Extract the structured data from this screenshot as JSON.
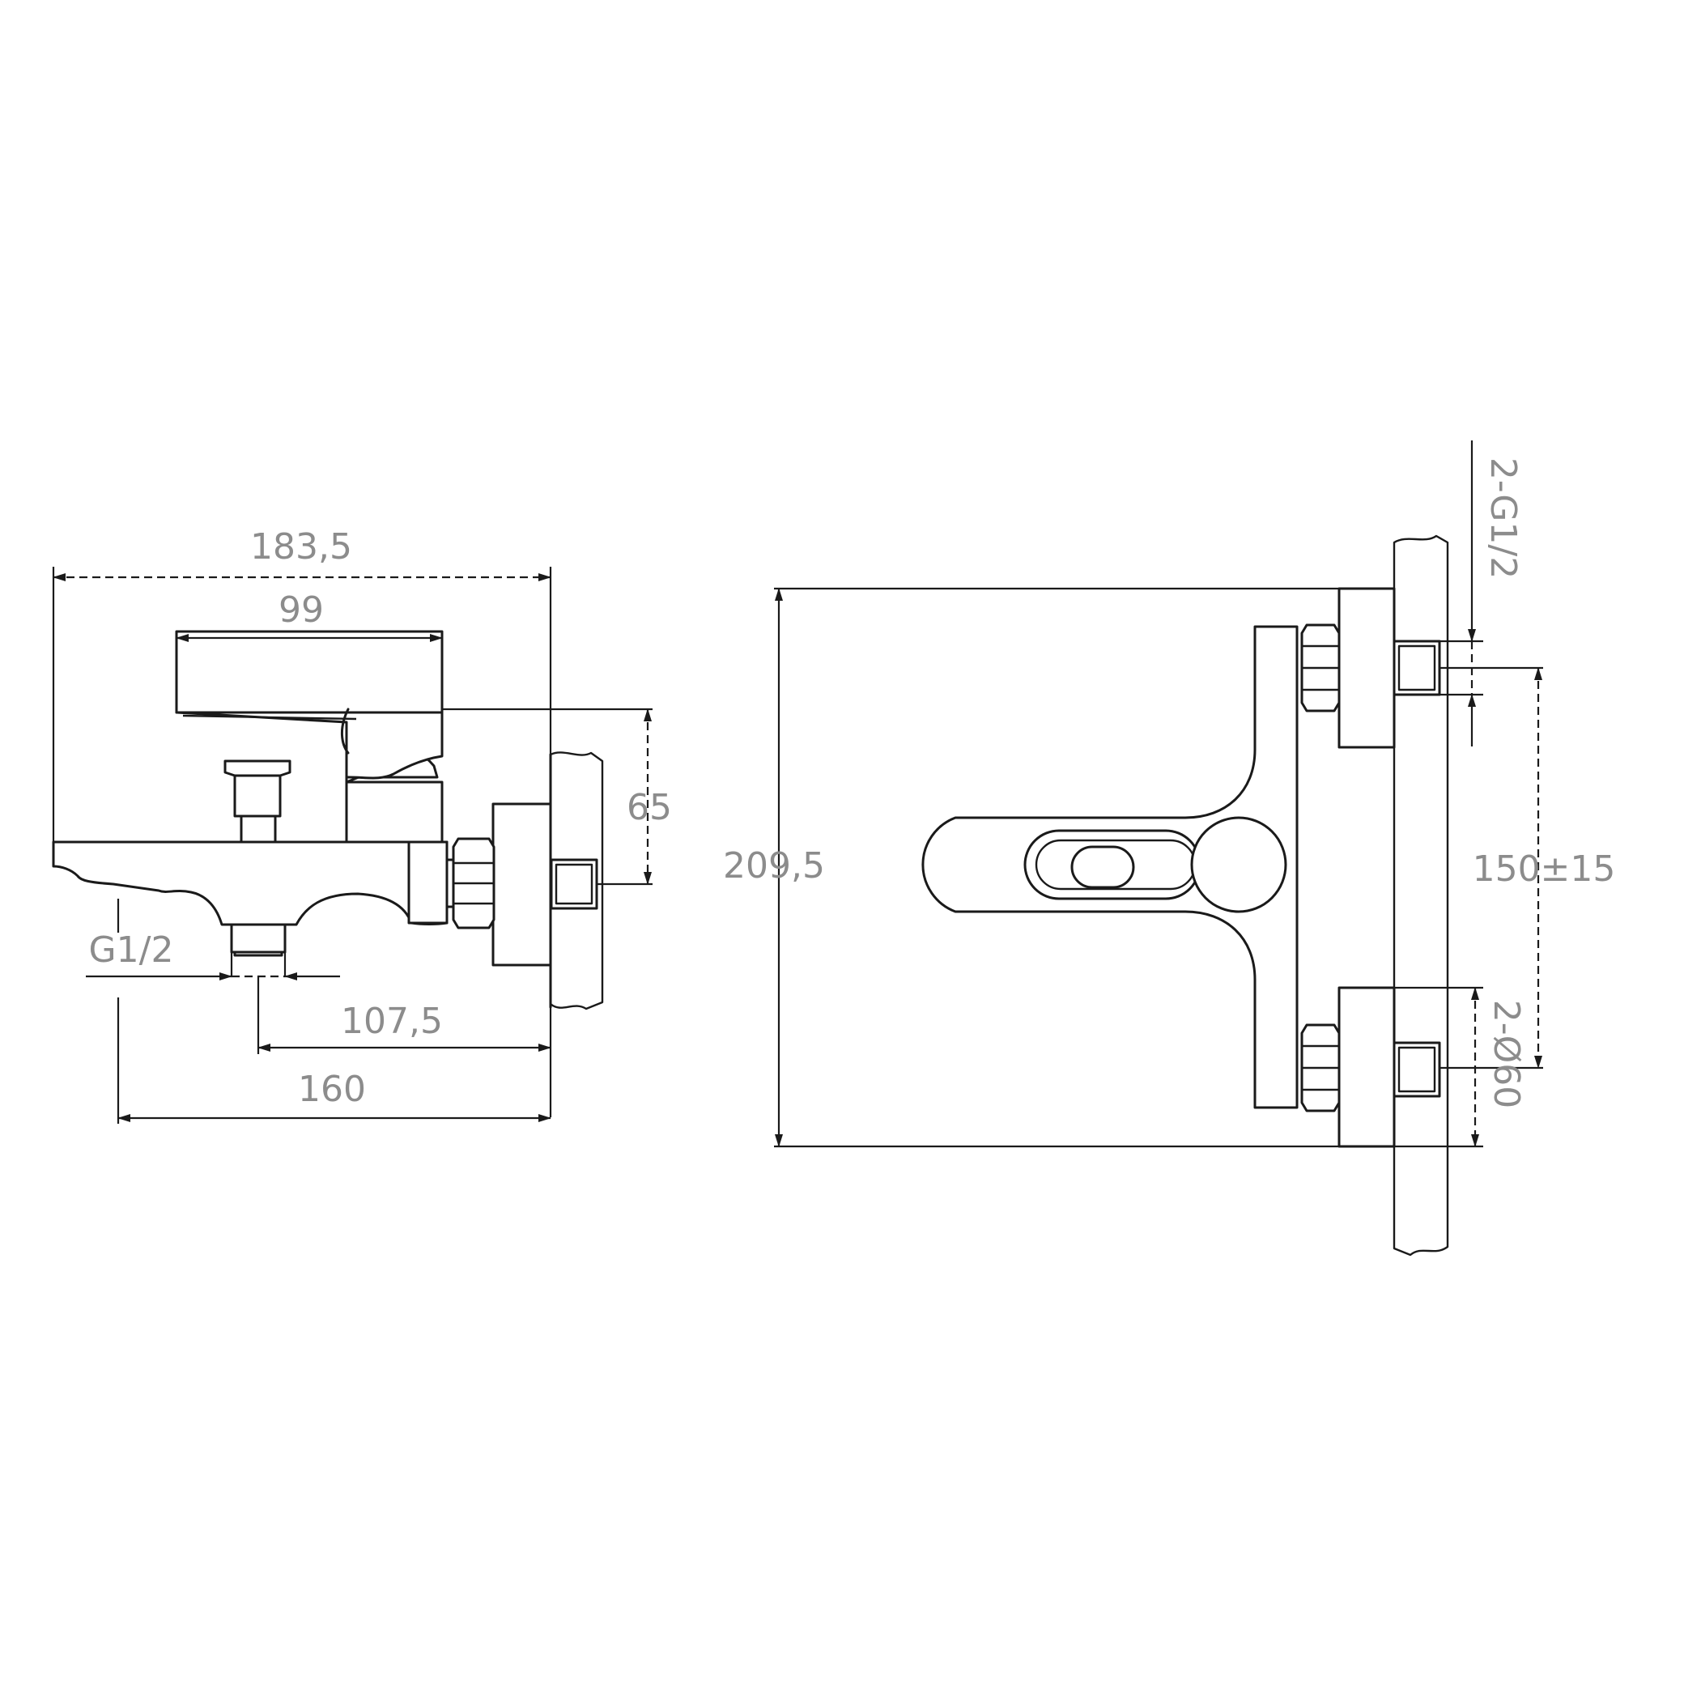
{
  "side_view": {
    "dimensions": {
      "overall_length": "183,5",
      "lever_length": "99",
      "height_to_wall": "65",
      "inlet_thread": "G1/2",
      "outlet_to_wall": "107,5",
      "spout_to_wall": "160"
    }
  },
  "front_view": {
    "dimensions": {
      "overall_height": "209,5",
      "inlet_spacing": "150±15",
      "inlet_thread": "2-G1/2",
      "flange_diameter": "2-Ø60"
    }
  }
}
